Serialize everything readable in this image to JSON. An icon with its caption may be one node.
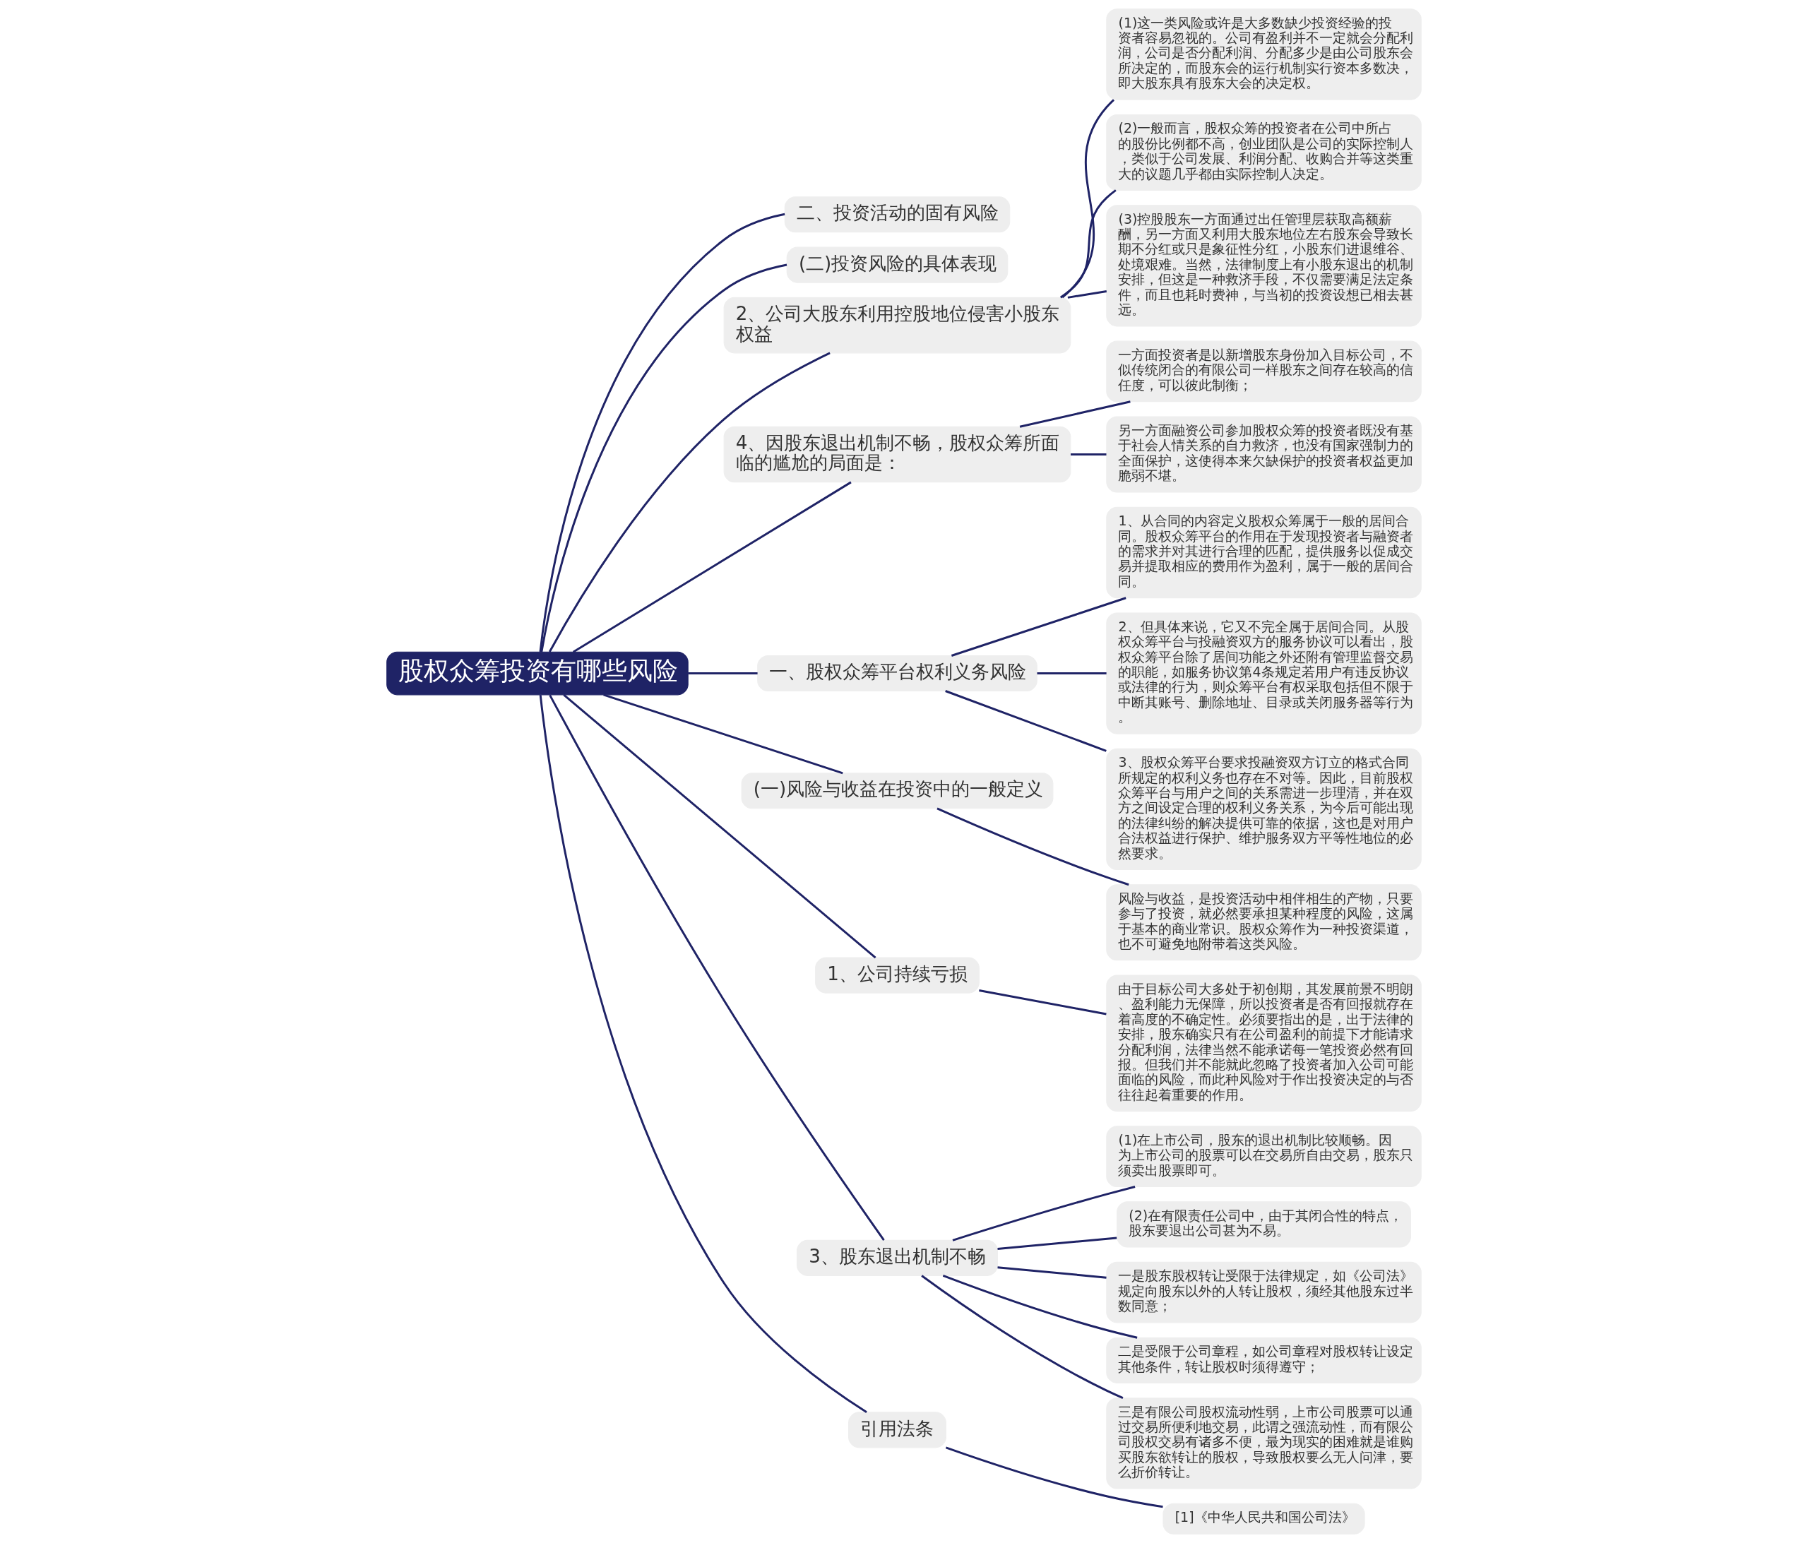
{
  "diagram": {
    "nodes": [
      {
        "text": [
          "股权众筹投资有哪些风险"
        ]
      },
      {
        "text": [
          "二、投资活动的固有风险"
        ]
      },
      {
        "text": [
          "(二)投资风险的具体表现"
        ]
      },
      {
        "text": [
          "2、公司大股东利用控股地位侵害小股东权益"
        ]
      },
      {
        "text": [
          "(1)这一类风险或许是大多数缺少投资经验的投资者容易忽视的。公司有盈利并不一定就会分配利润，公司是否分配利润、分配多少是由公司股东会所决定的，而股东会的运行机制实行资本多数决，即大股东具有股东大会的决定权。"
        ]
      },
      {
        "text": [
          "(2)一般而言，股权众筹的投资者在公司中所占的股份比例都不高，创业团队是公司的实际控制人，类似于公司发展、利润分配、收购合并等这类重大的议题几乎都由实际控制人决定。"
        ]
      },
      {
        "text": [
          "(3)控股股东一方面通过出任管理层获取高额薪酬，另一方面又利用大股东地位左右股东会导致长期不分红或只是象征性分红，小股东们进退维谷、处境艰难。当然，法律制度上有小股东退出的机制安排，但这是一种救济手段，不仅需要满足法定条件，而且也耗时费神，与当初的投资设想已相去甚远。"
        ]
      },
      {
        "text": [
          "4、因股东退出机制不畅，股权众筹所面临的尴尬的局面是："
        ]
      },
      {
        "text": [
          "一方面投资者是以新增股东身份加入目标公司，不似传统闭合的有限公司一样股东之间存在较高的信任度，可以彼此制衡；"
        ]
      },
      {
        "text": [
          "另一方面融资公司参加股权众筹的投资者既没有基于社会人情关系的自力救济，也没有国家强制力的全面保护，这使得本来欠缺保护的投资者权益更加脆弱不堪。"
        ]
      },
      {
        "text": [
          "一、股权众筹平台权利义务风险"
        ]
      },
      {
        "text": [
          "1、从合同的内容定义股权众筹属于一般的居间合同。股权众筹平台的作用在于发现投资者与融资者的需求并对其进行合理的匹配，提供服务以促成交易并提取相应的费用作为盈利，属于一般的居间合同。"
        ]
      },
      {
        "text": [
          "2、但具体来说，它又不完全属于居间合同。从股权众筹平台与投融资双方的服务协议可以看出，股权众筹平台除了居间功能之外还附有管理监督交易的职能，如服务协议第4条规定若用户有违反协议或法律的行为，则众筹平台有权采取包括但不限于中断其账号、删除地址、目录或关闭服务器等行为。"
        ]
      },
      {
        "text": [
          "3、股权众筹平台要求投融资双方订立的格式合同所规定的权利义务也存在不对等。因此，目前股权众筹平台与用户之间的关系需进一步理清，并在双方之间设定合理的权利义务关系，为今后可能出现的法律纠纷的解决提供可靠的依据，这也是对用户合法权益进行保护、维护服务双方平等性地位的必然要求。"
        ]
      },
      {
        "text": [
          "(一)风险与收益在投资中的一般定义"
        ]
      },
      {
        "text": [
          "风险与收益，是投资活动中相伴相生的产物，只要参与了投资，就必然要承担某种程度的风险，这属于基本的商业常识。股权众筹作为一种投资渠道，也不可避免地附带着这类风险。"
        ]
      },
      {
        "text": [
          "1、公司持续亏损"
        ]
      },
      {
        "text": [
          "由于目标公司大多处于初创期，其发展前景不明朗、盈利能力无保障，所以投资者是否有回报就存在着高度的不确定性。必须要指出的是，出于法律的安排，股东确实只有在公司盈利的前提下才能请求分配利润，法律当然不能承诺每一笔投资必然有回报。但我们并不能就此忽略了投资者加入公司可能面临的风险，而此种风险对于作出投资决定的与否往往起着重要的作用。"
        ]
      },
      {
        "text": [
          "3、股东退出机制不畅"
        ]
      },
      {
        "text": [
          "(1)在上市公司，股东的退出机制比较顺畅。因为上市公司的股票可以在交易所自由交易，股东只须卖出股票即可。"
        ]
      },
      {
        "text": [
          "(2)在有限责任公司中，由于其闭合性的特点，股东要退出公司甚为不易。"
        ]
      },
      {
        "text": [
          "一是股东股权转让受限于法律规定，如《公司法》规定向股东以外的人转让股权，须经其他股东过半数同意；"
        ]
      },
      {
        "text": [
          "二是受限于公司章程，如公司章程对股权转让设定其他条件，转让股权时须得遵守；"
        ]
      },
      {
        "text": [
          "三是有限公司股权流动性弱，上市公司股票可以通过交易所便利地交易，此谓之强流动性，而有限公司股权交易有诸多不便，最为现实的困难就是谁购买股东欲转让的股权，导致股权要么无人问津，要么折价转让。"
        ]
      },
      {
        "text": [
          "引用法条"
        ]
      },
      {
        "text": [
          "[1]《中华人民共和国公司法》"
        ]
      }
    ],
    "edges": [
      {
        "from": 0,
        "to": 1,
        "arrow": "none"
      },
      {
        "from": 0,
        "to": 2,
        "arrow": "none"
      },
      {
        "from": 0,
        "to": 3,
        "arrow": "none"
      },
      {
        "from": 3,
        "to": 4,
        "arrow": "none"
      },
      {
        "from": 3,
        "to": 5,
        "arrow": "none"
      },
      {
        "from": 3,
        "to": 6,
        "arrow": "none"
      },
      {
        "from": 0,
        "to": 7,
        "arrow": "none"
      },
      {
        "from": 7,
        "to": 8,
        "arrow": "none"
      },
      {
        "from": 7,
        "to": 9,
        "arrow": "none"
      },
      {
        "from": 0,
        "to": 10,
        "arrow": "none"
      },
      {
        "from": 10,
        "to": 11,
        "arrow": "none"
      },
      {
        "from": 10,
        "to": 12,
        "arrow": "none"
      },
      {
        "from": 10,
        "to": 13,
        "arrow": "none"
      },
      {
        "from": 0,
        "to": 14,
        "arrow": "none"
      },
      {
        "from": 14,
        "to": 15,
        "arrow": "none"
      },
      {
        "from": 0,
        "to": 16,
        "arrow": "none"
      },
      {
        "from": 16,
        "to": 17,
        "arrow": "none"
      },
      {
        "from": 0,
        "to": 18,
        "arrow": "none"
      },
      {
        "from": 18,
        "to": 19,
        "arrow": "none"
      },
      {
        "from": 18,
        "to": 20,
        "arrow": "none"
      },
      {
        "from": 18,
        "to": 21,
        "arrow": "none"
      },
      {
        "from": 18,
        "to": 22,
        "arrow": "none"
      },
      {
        "from": 18,
        "to": 23,
        "arrow": "none"
      },
      {
        "from": 0,
        "to": 24,
        "arrow": "none"
      },
      {
        "from": 24,
        "to": 25,
        "arrow": "none"
      }
    ]
  }
}
